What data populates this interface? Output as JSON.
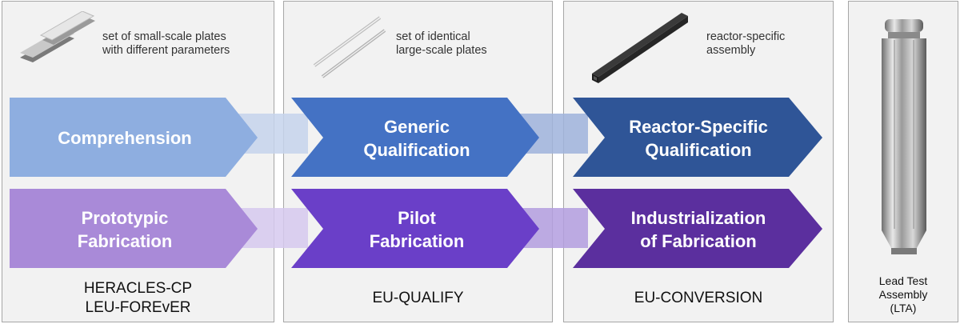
{
  "panels": [
    {
      "caption": [
        "set of small-scale plates",
        "with different parameters"
      ],
      "footer": [
        "HERACLES-CP",
        "LEU-FOREvER"
      ]
    },
    {
      "caption": [
        "set of identical",
        "large-scale plates"
      ],
      "footer": [
        "EU-QUALIFY"
      ]
    },
    {
      "caption": [
        "reactor-specific",
        "assembly"
      ],
      "footer": [
        "EU-CONVERSION"
      ]
    }
  ],
  "lta": {
    "label": [
      "Lead Test",
      "Assembly",
      "(LTA)"
    ]
  },
  "rows": {
    "top": [
      {
        "label": [
          "Comprehension"
        ],
        "color": "#8eaee0"
      },
      {
        "label": [
          "Generic",
          "Qualification"
        ],
        "color": "#4472c4"
      },
      {
        "label": [
          "Reactor-Specific",
          "Qualification"
        ],
        "color": "#2f5597"
      }
    ],
    "bottom": [
      {
        "label": [
          "Prototypic",
          "Fabrication"
        ],
        "color": "#a98ad8"
      },
      {
        "label": [
          "Pilot",
          "Fabrication"
        ],
        "color": "#6a3fc8"
      },
      {
        "label": [
          "Industrialization",
          "of Fabrication"
        ],
        "color": "#5b2f9e"
      }
    ]
  },
  "colors": {
    "panel_bg": "#f2f2f2",
    "panel_border": "#a6a6a6",
    "connector_top": "#c6d3ec",
    "connector_bottom": "#d6c9ee"
  },
  "icons": [
    "plates-pair-icon",
    "thin-plates-icon",
    "square-rod-assembly-icon",
    "fuel-assembly-cylinder-icon"
  ]
}
